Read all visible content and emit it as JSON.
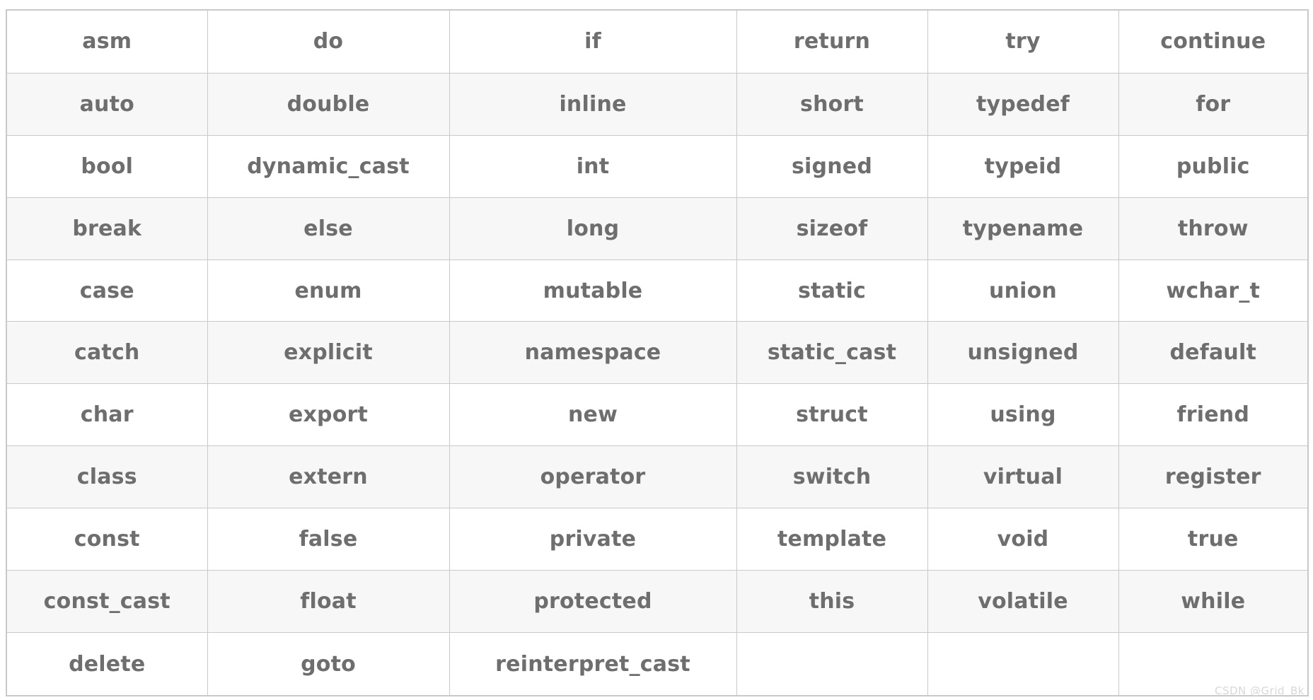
{
  "table": {
    "columns": 6,
    "rows": 11,
    "colors": {
      "border": "#c9c9c9",
      "text": "#6e6e6e",
      "row_plain_bg": "#ffffff",
      "row_stripe_bg": "#f7f7f7",
      "watermark_text": "#d8d8d8"
    },
    "cells": [
      [
        "asm",
        "do",
        "if",
        "return",
        "try",
        "continue"
      ],
      [
        "auto",
        "double",
        "inline",
        "short",
        "typedef",
        "for"
      ],
      [
        "bool",
        "dynamic_cast",
        "int",
        "signed",
        "typeid",
        "public"
      ],
      [
        "break",
        "else",
        "long",
        "sizeof",
        "typename",
        "throw"
      ],
      [
        "case",
        "enum",
        "mutable",
        "static",
        "union",
        "wchar_t"
      ],
      [
        "catch",
        "explicit",
        "namespace",
        "static_cast",
        "unsigned",
        "default"
      ],
      [
        "char",
        "export",
        "new",
        "struct",
        "using",
        "friend"
      ],
      [
        "class",
        "extern",
        "operator",
        "switch",
        "virtual",
        "register"
      ],
      [
        "const",
        "false",
        "private",
        "template",
        "void",
        "true"
      ],
      [
        "const_cast",
        "float",
        "protected",
        "this",
        "volatile",
        "while"
      ],
      [
        "delete",
        "goto",
        "reinterpret_cast",
        "",
        "",
        ""
      ]
    ]
  },
  "watermark": {
    "label": "CSDN @Grid_Bk"
  }
}
